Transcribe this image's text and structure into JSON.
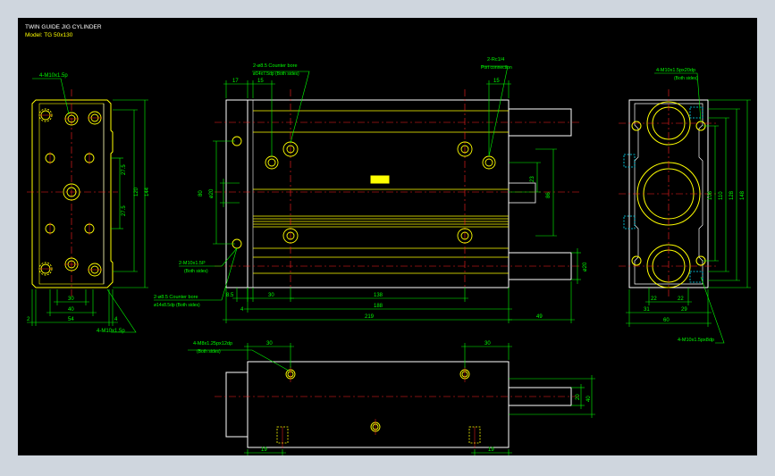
{
  "title": {
    "line1": "TWIN GUIDE JIG CYLINDER",
    "line2": "Model: TG 50x130"
  },
  "colors": {
    "background": "#000000",
    "frame": "#cfd6de",
    "outline": "#ffffff",
    "body": "#ffff00",
    "dimension": "#00ff00",
    "centerline": "#ff2020",
    "hidden": "#00e5ff"
  },
  "side_view": {
    "callout_top": "4-M10x1.5p",
    "callout_bottom": "4-M10x1.5p",
    "dims": {
      "h1": "27.5",
      "h2": "27.5",
      "h3": "120",
      "h4": "144",
      "w1": "30",
      "w2": "40",
      "w3": "54",
      "l_edge": "2",
      "r_edge": "4"
    }
  },
  "front_view": {
    "callout_a1": "2-ø8.5 Counter bore",
    "callout_a2": "ø14x7.5dp (Both sides)",
    "callout_b1": "2-Rc1/4",
    "callout_b2": "Port connection",
    "callout_c1": "2-M10x1.5P",
    "callout_c2": "(Both sides)",
    "callout_d1": "2-ø8.5 Counter bore",
    "callout_d2": "ø14x8.5dp (Both sides)",
    "dims": {
      "top_17": "17",
      "top_15a": "15",
      "top_15b": "15",
      "v80": "80",
      "v20": "ø20",
      "v23": "23",
      "v86": "86",
      "v20b": "ø20",
      "b85": "8.5",
      "b30": "30",
      "b138": "138",
      "b4": "4",
      "b188": "188",
      "b219": "219",
      "b49": "49"
    }
  },
  "end_view": {
    "callout_top1": "4-M10x1.5px20dp",
    "callout_top2": "(Both sides)",
    "callout_bottom": "4-M10x1.5px8dp",
    "dims": {
      "v106": "106",
      "v110": "110",
      "v128": "128",
      "v148": "148",
      "w22a": "22",
      "w22b": "22",
      "w31": "31",
      "w29": "29",
      "w60": "60"
    }
  },
  "top_view": {
    "callout1": "4-M8x1.25px12dp",
    "callout2": "(Both sides)",
    "dims": {
      "t30a": "30",
      "t30b": "30",
      "r20": "20",
      "r40": "40",
      "b19a": "19",
      "b19b": "19"
    }
  }
}
